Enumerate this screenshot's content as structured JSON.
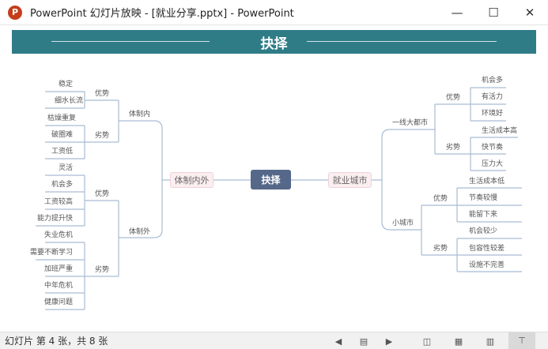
{
  "window": {
    "title": "PowerPoint 幻灯片放映 - [就业分享.pptx] - PowerPoint",
    "app_icon": "P",
    "minimize": "—",
    "maximize": "☐",
    "close": "✕"
  },
  "slide": {
    "title": "抉择",
    "center": "抉择",
    "left": {
      "label": "体制内外",
      "inner": {
        "label": "体制内",
        "pros_label": "优势",
        "pros": [
          "稳定",
          "细水长流"
        ],
        "cons_label": "劣势",
        "cons": [
          "枯燥重复",
          "破圈难",
          "工资低"
        ]
      },
      "outer": {
        "label": "体制外",
        "pros_label": "优势",
        "pros": [
          "灵活",
          "机会多",
          "工资较高",
          "能力提升快"
        ],
        "cons_label": "劣势",
        "cons": [
          "失业危机",
          "需要不断学习",
          "加班严重",
          "中年危机",
          "健康问题"
        ]
      }
    },
    "right": {
      "label": "就业城市",
      "big": {
        "label": "一线大都市",
        "pros_label": "优势",
        "pros": [
          "机会多",
          "有活力",
          "环境好"
        ],
        "cons_label": "劣势",
        "cons": [
          "生活成本高",
          "快节奏",
          "压力大"
        ]
      },
      "small": {
        "label": "小城市",
        "pros_label": "优势",
        "pros": [
          "生活成本低",
          "节奏较慢",
          "能留下来"
        ],
        "cons_label": "劣势",
        "cons": [
          "机会较少",
          "包容性较差",
          "设施不完善"
        ]
      }
    }
  },
  "status": {
    "slide_info": "幻灯片 第 4 张，共 8 张"
  }
}
